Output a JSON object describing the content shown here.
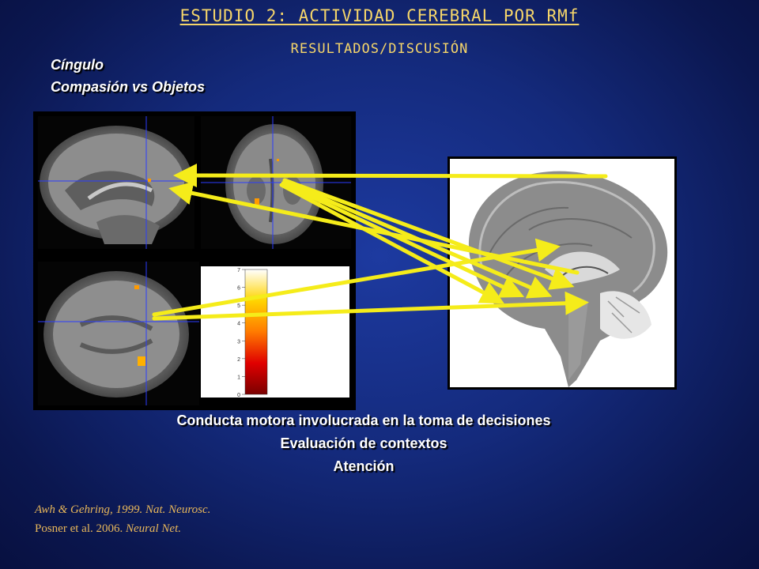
{
  "header": {
    "title": "ESTUDIO 2: ACTIVIDAD CEREBRAL POR RMf",
    "subtitle": "RESULTADOS/DISCUSIÓN"
  },
  "region": {
    "line1": "Cíngulo",
    "line2": "Compasión vs Objetos"
  },
  "colorbar": {
    "ticks": [
      "0",
      "1",
      "2",
      "3",
      "4",
      "5",
      "6",
      "7"
    ]
  },
  "captions": [
    "Conducta motora involucrada en la toma de decisiones",
    "Evaluación de contextos",
    "Atención"
  ],
  "references": [
    {
      "text": "Awh & Gehring, 1999. Nat. Neurosc."
    },
    {
      "pre": "Posner  et al. 2006. ",
      "journal": "Neural Net."
    }
  ],
  "colors": {
    "title": "#f6d66a",
    "arrow": "#f5ec1a",
    "reference": "#e8b75a",
    "background": "#142a7c"
  }
}
